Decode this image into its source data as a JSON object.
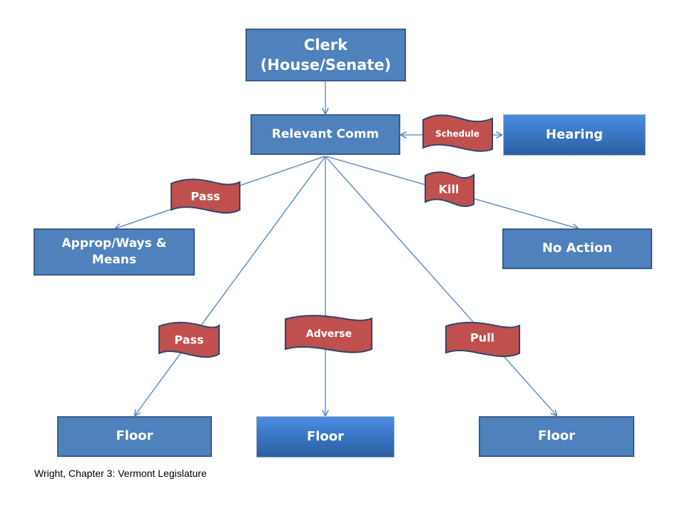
{
  "nodes": {
    "clerk": {
      "line1": "Clerk",
      "line2": "(House/Senate)"
    },
    "relevant_comm": "Relevant Comm",
    "hearing": "Hearing",
    "approp": {
      "line1": "Approp/Ways &",
      "line2": "Means"
    },
    "no_action": "No Action",
    "floor_left": "Floor",
    "floor_center": "Floor",
    "floor_right": "Floor"
  },
  "flags": {
    "schedule": "Schedule",
    "kill": "Kill",
    "pass_upper": "Pass",
    "pass_lower": "Pass",
    "adverse": "Adverse",
    "pull": "Pull"
  },
  "colors": {
    "box_fill": "#4f81bd",
    "box_border": "#385d8a",
    "flag_fill": "#c0504d",
    "flag_border": "#2f4670",
    "connector": "#4f81bd",
    "text": "#ffffff"
  },
  "caption": "Wright, Chapter 3: Vermont Legislature"
}
